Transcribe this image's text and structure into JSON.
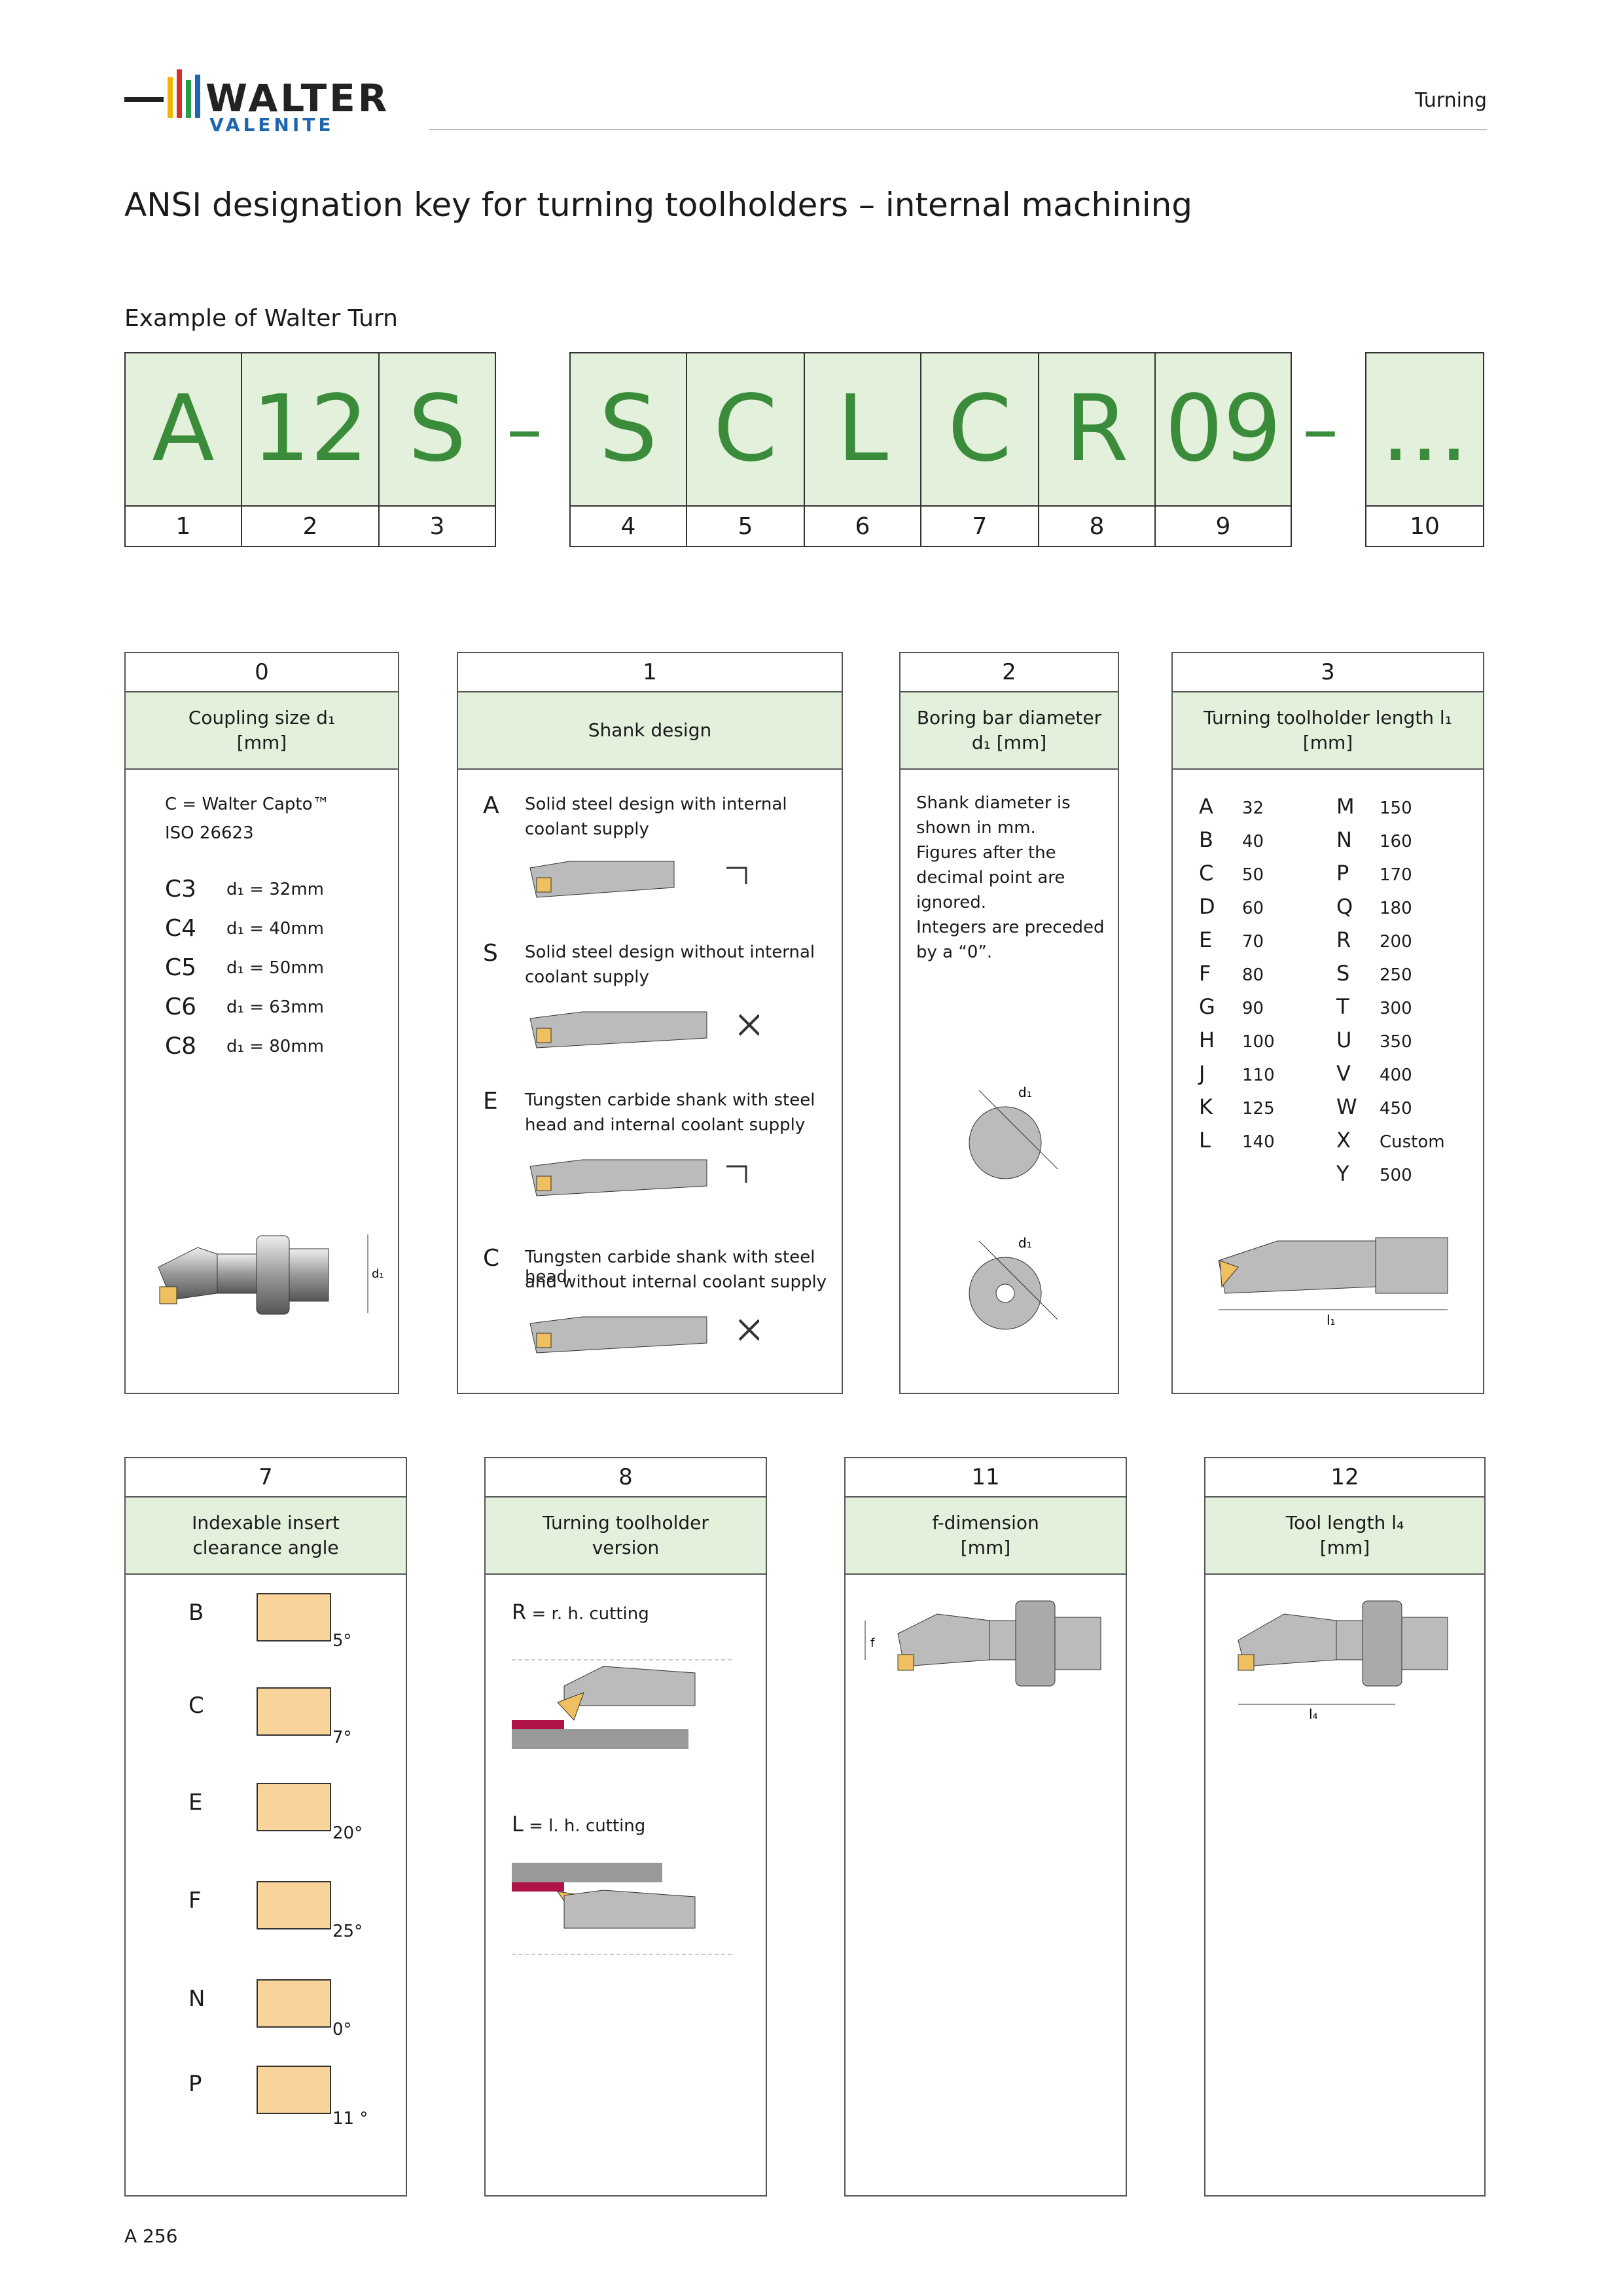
{
  "header": {
    "logo_top": "WALTER",
    "logo_bottom": "VALENITE",
    "section": "Turning"
  },
  "title": "ANSI designation key for turning toolholders – internal machining",
  "example_label": "Example of Walter Turn",
  "code": [
    {
      "char": "A",
      "num": "1"
    },
    {
      "char": "12",
      "num": "2"
    },
    {
      "char": "S",
      "num": "3"
    },
    {
      "char": "S",
      "num": "4"
    },
    {
      "char": "C",
      "num": "5"
    },
    {
      "char": "L",
      "num": "6"
    },
    {
      "char": "C",
      "num": "7"
    },
    {
      "char": "R",
      "num": "8"
    },
    {
      "char": "09",
      "num": "9"
    },
    {
      "char": "...",
      "num": "10"
    }
  ],
  "code_dash": "–",
  "card0": {
    "num": "0",
    "head_line1": "Coupling size d₁",
    "head_line2": "[mm]",
    "capto_line1": "C = Walter Capto™",
    "capto_line2": "ISO 26623",
    "sizes": [
      {
        "code": "C3",
        "value": "d₁ = 32mm"
      },
      {
        "code": "C4",
        "value": "d₁ = 40mm"
      },
      {
        "code": "C5",
        "value": "d₁ = 50mm"
      },
      {
        "code": "C6",
        "value": "d₁ = 63mm"
      },
      {
        "code": "C8",
        "value": "d₁ = 80mm"
      }
    ],
    "dim_label": "d₁"
  },
  "card1": {
    "num": "1",
    "head": "Shank design",
    "items": [
      {
        "code": "A",
        "line1": "Solid steel design with internal",
        "line2": "coolant supply"
      },
      {
        "code": "S",
        "line1": "Solid steel design without internal",
        "line2": "coolant supply"
      },
      {
        "code": "E",
        "line1": "Tungsten carbide shank with steel",
        "line2": "head and internal coolant supply"
      },
      {
        "code": "C",
        "line1": "Tungsten carbide shank with steel head",
        "line2": "and without internal coolant  supply"
      }
    ]
  },
  "card2": {
    "num": "2",
    "head_line1": "Boring bar diameter",
    "head_line2": "d₁ [mm]",
    "text": [
      "Shank diameter is",
      "shown in mm.",
      "Figures after the",
      "decimal point are",
      "ignored.",
      "Integers are preceded",
      "by a “0”."
    ],
    "dim_label": "d₁"
  },
  "card3": {
    "num": "3",
    "head_line1": "Turning toolholder length l₁",
    "head_line2": "[mm]",
    "left": [
      {
        "code": "A",
        "value": "32"
      },
      {
        "code": "B",
        "value": "40"
      },
      {
        "code": "C",
        "value": "50"
      },
      {
        "code": "D",
        "value": "60"
      },
      {
        "code": "E",
        "value": "70"
      },
      {
        "code": "F",
        "value": "80"
      },
      {
        "code": "G",
        "value": "90"
      },
      {
        "code": "H",
        "value": "100"
      },
      {
        "code": "J",
        "value": "110"
      },
      {
        "code": "K",
        "value": "125"
      },
      {
        "code": "L",
        "value": "140"
      }
    ],
    "right": [
      {
        "code": "M",
        "value": "150"
      },
      {
        "code": "N",
        "value": "160"
      },
      {
        "code": "P",
        "value": "170"
      },
      {
        "code": "Q",
        "value": "180"
      },
      {
        "code": "R",
        "value": "200"
      },
      {
        "code": "S",
        "value": "250"
      },
      {
        "code": "T",
        "value": "300"
      },
      {
        "code": "U",
        "value": "350"
      },
      {
        "code": "V",
        "value": "400"
      },
      {
        "code": "W",
        "value": "450"
      },
      {
        "code": "X",
        "value": "Custom"
      },
      {
        "code": "Y",
        "value": "500"
      }
    ],
    "dim_label": "l₁"
  },
  "card7": {
    "num": "7",
    "head_line1": "Indexable insert",
    "head_line2": "clearance angle",
    "items": [
      {
        "code": "B",
        "angle": "5°"
      },
      {
        "code": "C",
        "angle": "7°"
      },
      {
        "code": "E",
        "angle": "20°"
      },
      {
        "code": "F",
        "angle": "25°"
      },
      {
        "code": "N",
        "angle": "0°"
      },
      {
        "code": "P",
        "angle": "11 °"
      }
    ]
  },
  "card8": {
    "num": "8",
    "head_line1": "Turning toolholder",
    "head_line2": "version",
    "r_code": "R",
    "r_text": " = r. h. cutting",
    "l_code": "L",
    "l_text": " = l. h. cutting"
  },
  "card11": {
    "num": "11",
    "head_line1": "f-dimension",
    "head_line2": "[mm]",
    "dim_label": "f"
  },
  "card12": {
    "num": "12",
    "head_line1": "Tool length l₄",
    "head_line2": "[mm]",
    "dim_label": "l₄"
  },
  "footer": {
    "page": "A 256"
  }
}
